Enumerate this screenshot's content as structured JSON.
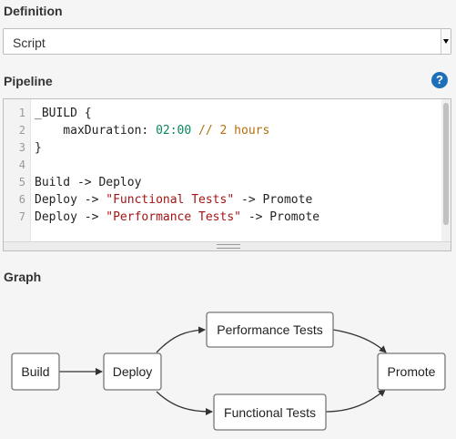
{
  "definition": {
    "title": "Definition",
    "select_value": "Script"
  },
  "pipeline": {
    "title": "Pipeline",
    "help_label": "?",
    "lines": [
      {
        "num": "1",
        "tokens": [
          {
            "t": "_BUILD {",
            "c": ""
          }
        ]
      },
      {
        "num": "2",
        "tokens": [
          {
            "t": "    maxDuration: ",
            "c": ""
          },
          {
            "t": "02:00",
            "c": "num"
          },
          {
            "t": " // 2 hours",
            "c": "cmt"
          }
        ]
      },
      {
        "num": "3",
        "tokens": [
          {
            "t": "}",
            "c": ""
          }
        ]
      },
      {
        "num": "4",
        "tokens": []
      },
      {
        "num": "5",
        "tokens": [
          {
            "t": "Build -> Deploy",
            "c": ""
          }
        ]
      },
      {
        "num": "6",
        "tokens": [
          {
            "t": "Deploy -> ",
            "c": ""
          },
          {
            "t": "\"Functional Tests\"",
            "c": "str"
          },
          {
            "t": " -> Promote",
            "c": ""
          }
        ]
      },
      {
        "num": "7",
        "tokens": [
          {
            "t": "Deploy -> ",
            "c": ""
          },
          {
            "t": "\"Performance Tests\"",
            "c": "str"
          },
          {
            "t": " -> Promote",
            "c": ""
          }
        ]
      }
    ]
  },
  "graph": {
    "title": "Graph",
    "nodes": {
      "build": "Build",
      "deploy": "Deploy",
      "performance": "Performance Tests",
      "functional": "Functional Tests",
      "promote": "Promote"
    }
  },
  "colors": {
    "string": "#a31515",
    "number": "#09885a",
    "comment": "#b46e0c",
    "accent": "#1e6fb7"
  }
}
